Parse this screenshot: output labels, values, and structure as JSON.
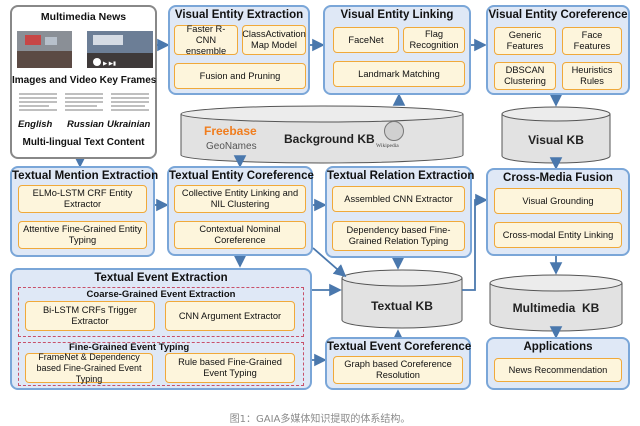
{
  "multimedia_news": {
    "title": "Multimedia News",
    "images_caption": "Images and Video Key Frames",
    "languages": [
      "English",
      "Russian",
      "Ukrainian"
    ],
    "text_caption": "Multi-lingual Text Content"
  },
  "visual_entity_extraction": {
    "title": "Visual Entity Extraction",
    "boxes": [
      "Faster R-CNN ensemble",
      "ClassActivation Map Model",
      "Fusion and Pruning"
    ]
  },
  "visual_entity_linking": {
    "title": "Visual Entity Linking",
    "boxes": [
      "FaceNet",
      "Flag Recognition",
      "Landmark Matching"
    ]
  },
  "visual_entity_coreference": {
    "title": "Visual Entity Coreference",
    "boxes": [
      "Generic Features",
      "Face Features",
      "DBSCAN Clustering",
      "Heuristics Rules"
    ]
  },
  "background_kb": {
    "label": "Background KB",
    "logos": [
      "Freebase",
      "GeoNames",
      "Wikipedia"
    ]
  },
  "visual_kb": {
    "label": "Visual KB"
  },
  "textual_mention_extraction": {
    "title": "Textual Mention Extraction",
    "boxes": [
      "ELMo-LSTM CRF Entity Extractor",
      "Attentive Fine-Grained Entity Typing"
    ]
  },
  "textual_entity_coreference": {
    "title": "Textual Entity Coreference",
    "boxes": [
      "Collective Entity Linking and NIL Clustering",
      "Contextual Nominal Coreference"
    ]
  },
  "textual_relation_extraction": {
    "title": "Textual Relation Extraction",
    "boxes": [
      "Assembled CNN Extractor",
      "Dependency based Fine-Grained Relation Typing"
    ]
  },
  "cross_media_fusion": {
    "title": "Cross-Media Fusion",
    "boxes": [
      "Visual Grounding",
      "Cross-modal Entity Linking"
    ]
  },
  "textual_event_extraction": {
    "title": "Textual Event Extraction",
    "coarse": {
      "title": "Coarse-Grained Event Extraction",
      "boxes": [
        "Bi-LSTM CRFs Trigger Extractor",
        "CNN Argument Extractor"
      ]
    },
    "fine": {
      "title": "Fine-Grained Event Typing",
      "boxes": [
        "FrameNet & Dependency based Fine-Grained Event Typing",
        "Rule based Fine-Grained Event Typing"
      ]
    }
  },
  "textual_kb": {
    "label": "Textual KB"
  },
  "multimedia_kb": {
    "label": "Multimedia  KB"
  },
  "textual_event_coreference": {
    "title": "Textual Event Coreference",
    "boxes": [
      "Graph based Coreference Resolution"
    ]
  },
  "applications": {
    "title": "Applications",
    "boxes": [
      "News Recommendation"
    ]
  },
  "caption": "图1：GAIA多媒体知识提取的体系结构。",
  "colors": {
    "panel_fill": "#dfe8f6",
    "panel_border": "#7aa6d8",
    "box_fill": "#fdf5dc",
    "box_border": "#f0a93a",
    "arrow": "#4a78ad",
    "cylinder": "#e2e2e2"
  }
}
